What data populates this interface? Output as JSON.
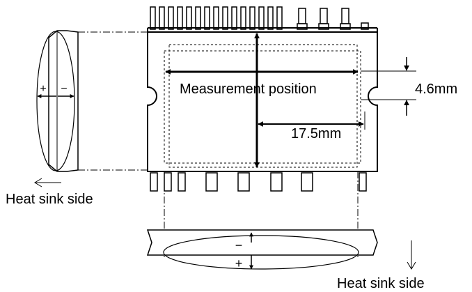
{
  "labels": {
    "measurement": "Measurement position",
    "length": "17.5mm",
    "offset": "4.6mm",
    "heat_sink_left": "Heat sink side",
    "heat_sink_bottom": "Heat sink side",
    "sign_plus_side": "+",
    "sign_minus_side": "−",
    "sign_plus_bottom": "+",
    "sign_minus_bottom": "−"
  },
  "colors": {
    "line": "#000000",
    "background": "#ffffff"
  }
}
